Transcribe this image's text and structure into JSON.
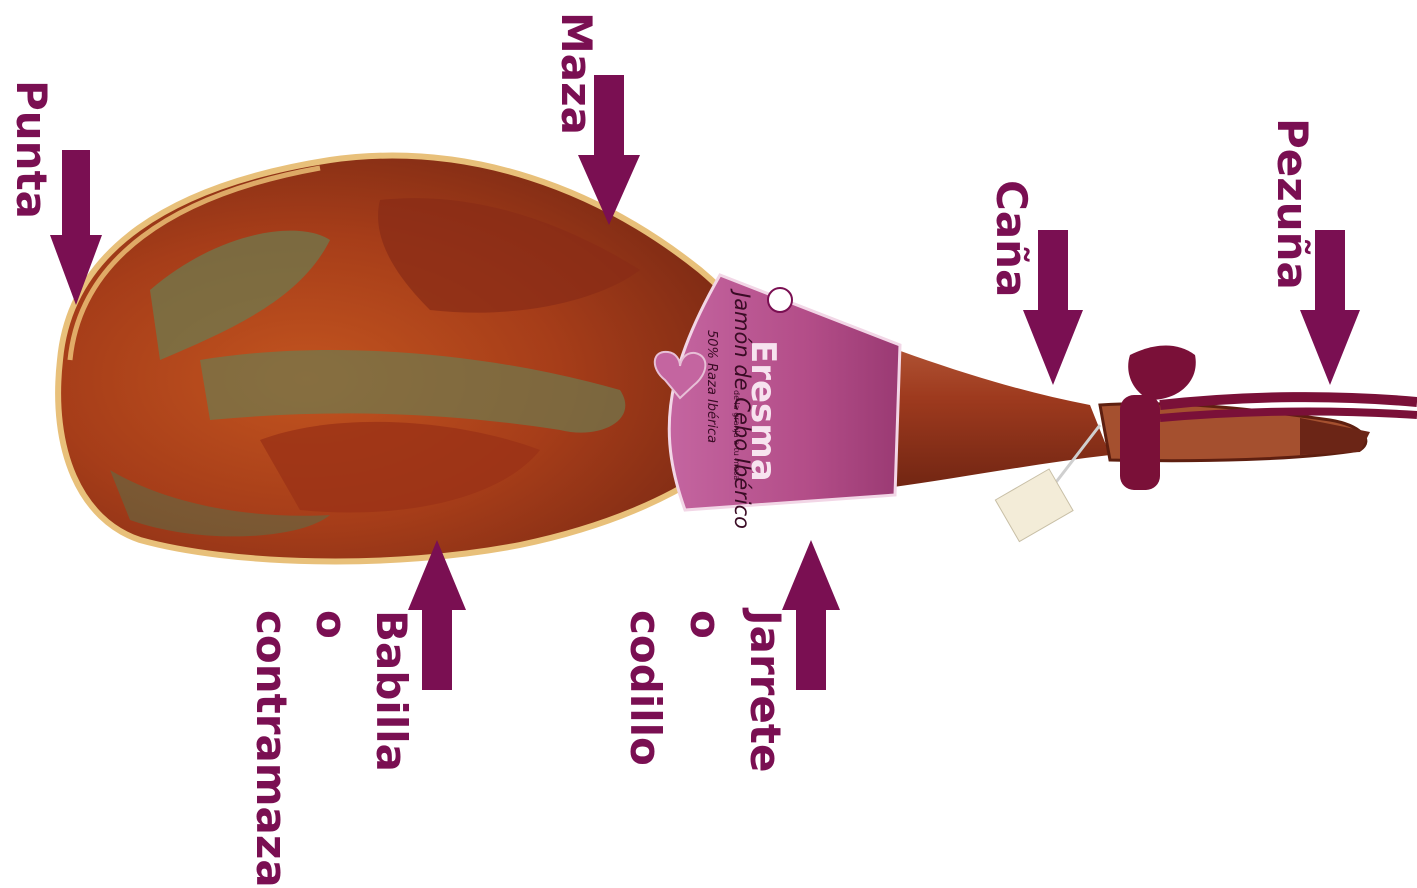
{
  "colors": {
    "accent": "#7a0f52",
    "label_band": "#b34d88",
    "meat_dark": "#8a2c17",
    "meat_mid": "#b6461c",
    "rind_green": "#6e7a4e",
    "background": "#ffffff"
  },
  "labels": {
    "punta": "Punta",
    "maza": "Maza",
    "cana": "Caña",
    "pezuna": "Pezuña",
    "babilla": [
      "Babilla",
      "o",
      "contramaza"
    ],
    "jarrete": [
      "Jarrete",
      "o",
      "codillo"
    ]
  },
  "product_label": {
    "brand": "Eresma",
    "line1": "Jamón de Cebo Ibérico",
    "line2": "50% Raza Ibérica",
    "line3": "de la granja a tu mesa"
  }
}
